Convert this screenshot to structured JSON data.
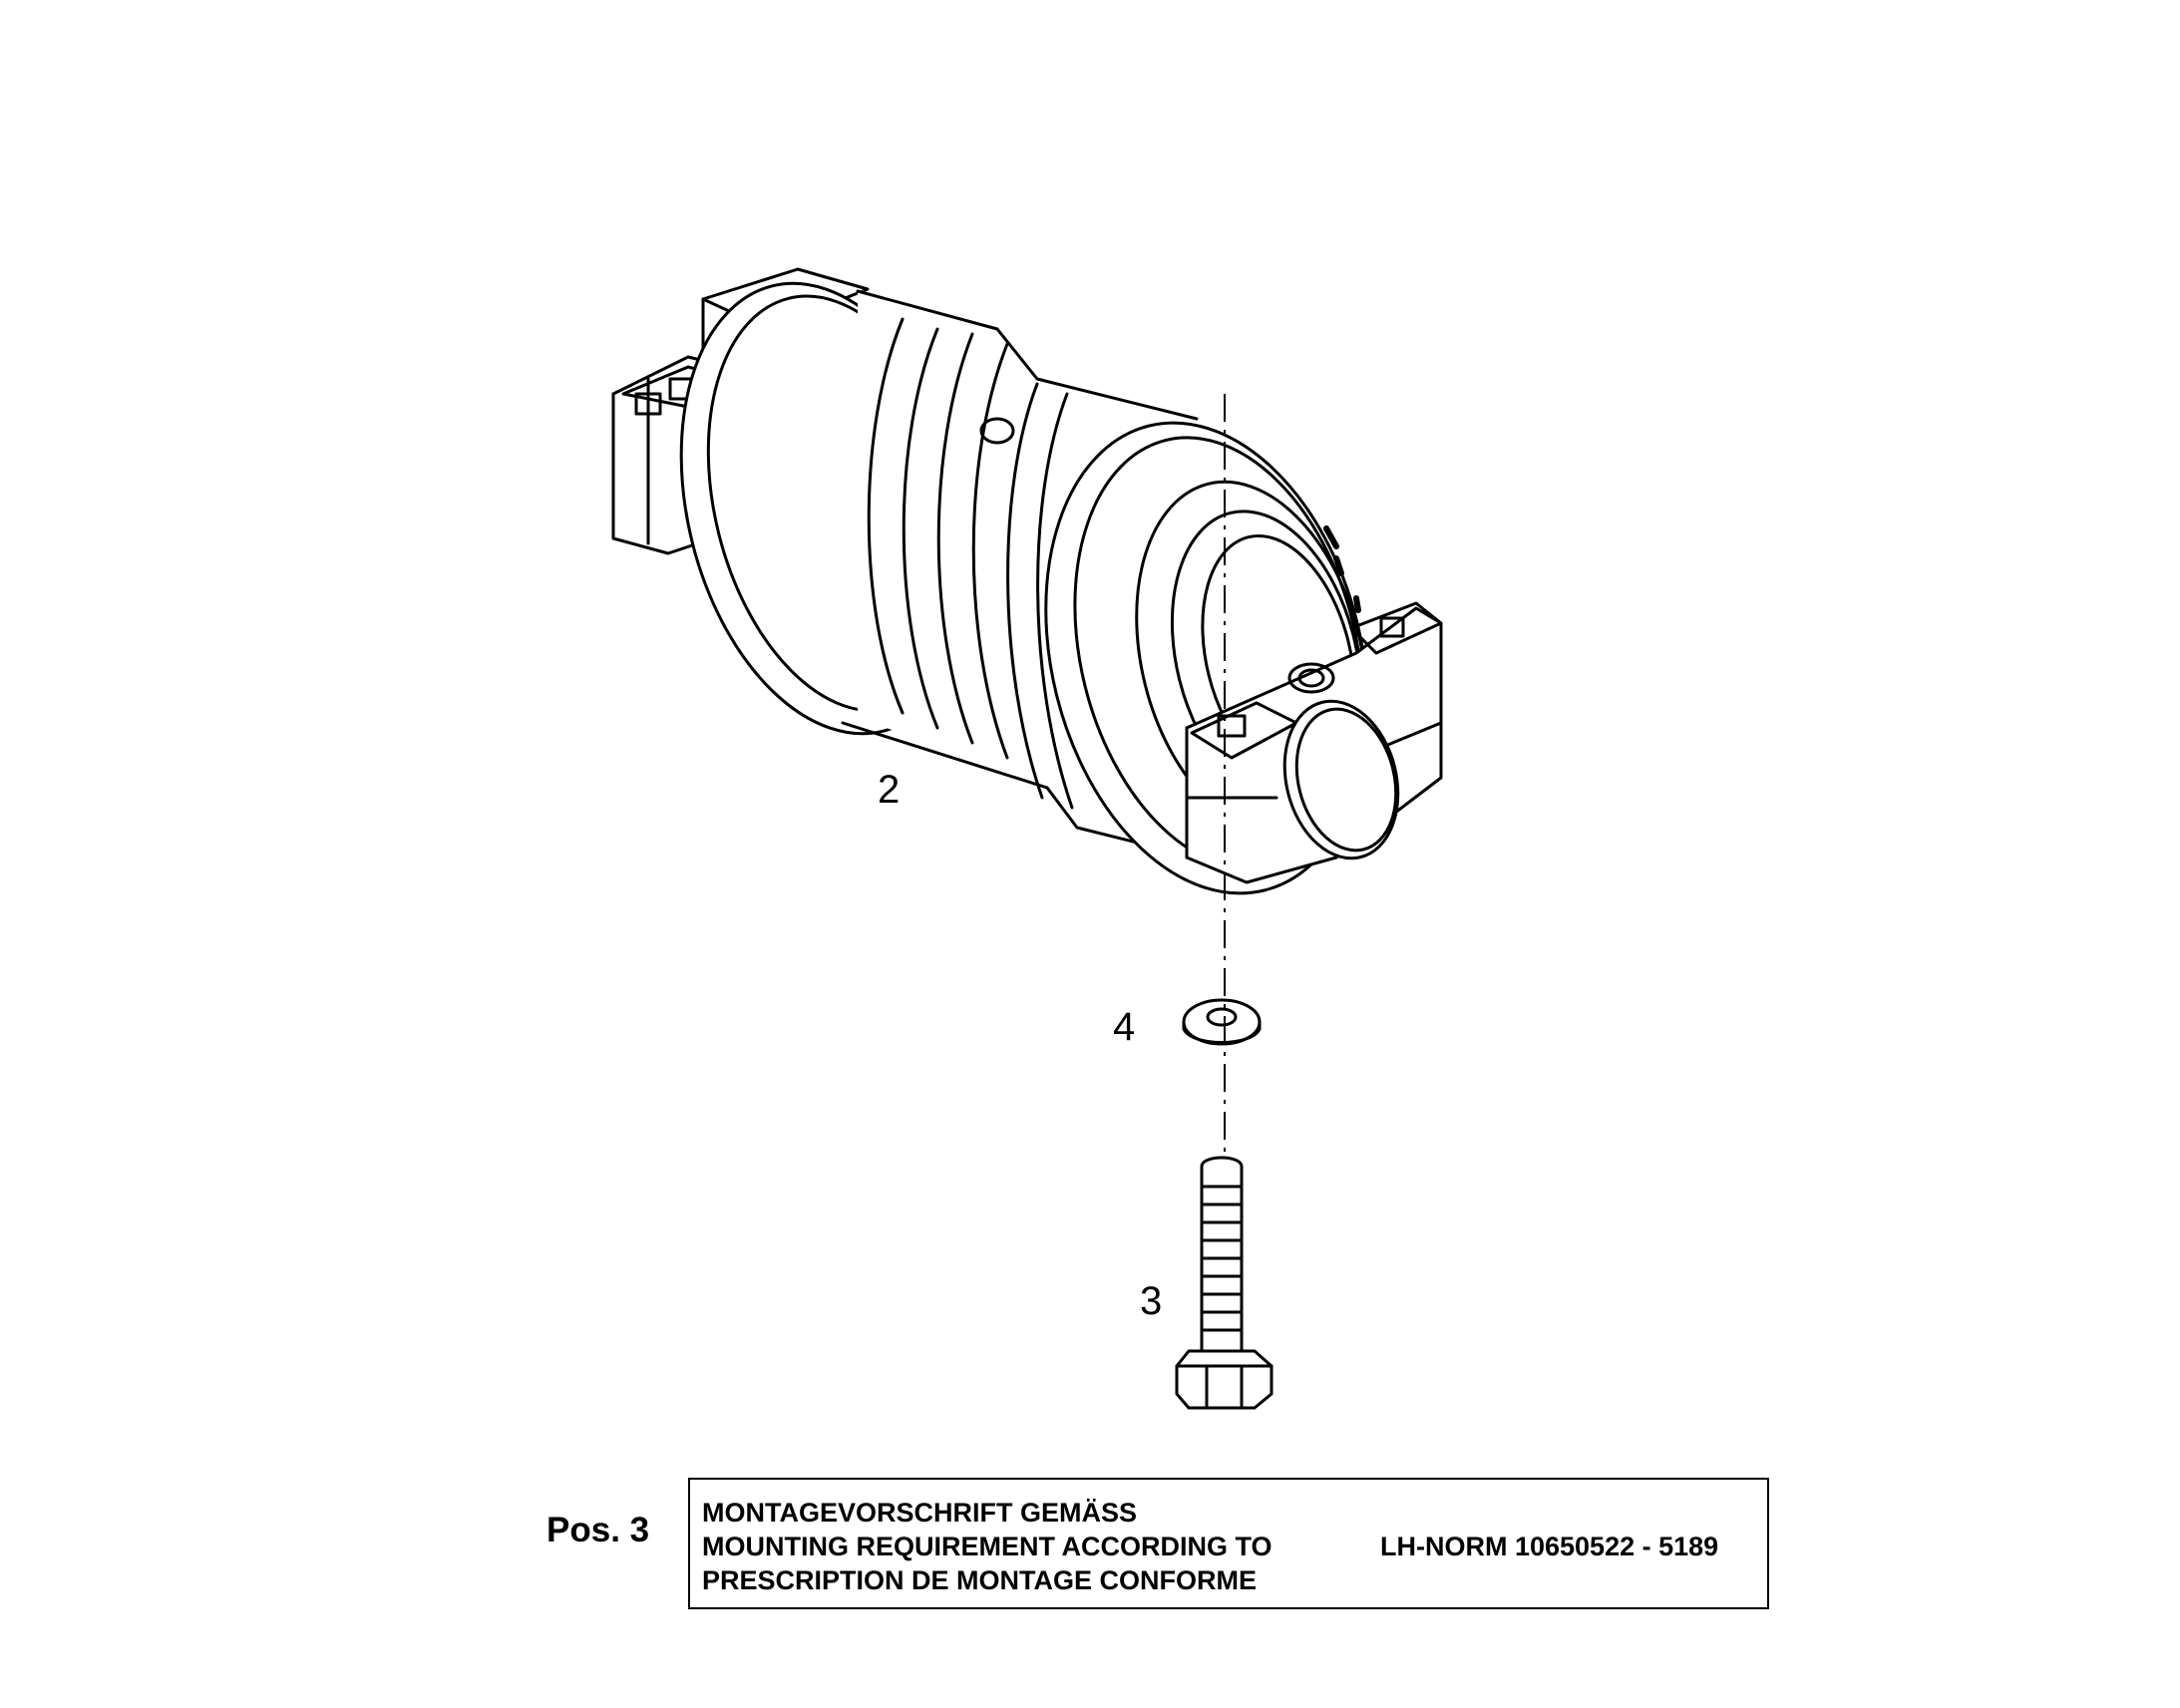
{
  "callouts": {
    "roller": "2",
    "washer": "4",
    "bolt": "3"
  },
  "note": {
    "pos_label": "Pos. 3",
    "lines": [
      "MONTAGEVORSCHRIFT GEMÄSS",
      "MOUNTING REQUIREMENT ACCORDING TO",
      "PRESCRIPTION DE MONTAGE CONFORME"
    ],
    "reference": "LH-NORM 10650522 - 5189"
  },
  "colors": {
    "line": "#000000",
    "background": "#ffffff"
  }
}
